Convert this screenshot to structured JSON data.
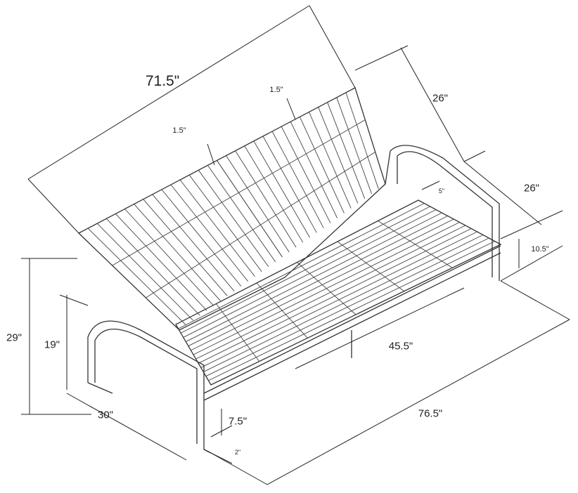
{
  "diagram": {
    "line_color": "#333333",
    "dimensions": {
      "overall_width_back": "71.5\"",
      "back_slat_gap_left": "1.5\"",
      "back_slat_gap_right": "1.5\"",
      "back_height": "26\"",
      "seat_depth": "26\"",
      "arm_offset": "5\"",
      "seat_height_rear": "10.5\"",
      "overall_height": "29\"",
      "arm_height": "19\"",
      "seat_width": "45.5\"",
      "overall_width": "76.5\"",
      "leg_clearance": "7.5\"",
      "overall_depth": "30\"",
      "leg_width": "2\""
    }
  }
}
